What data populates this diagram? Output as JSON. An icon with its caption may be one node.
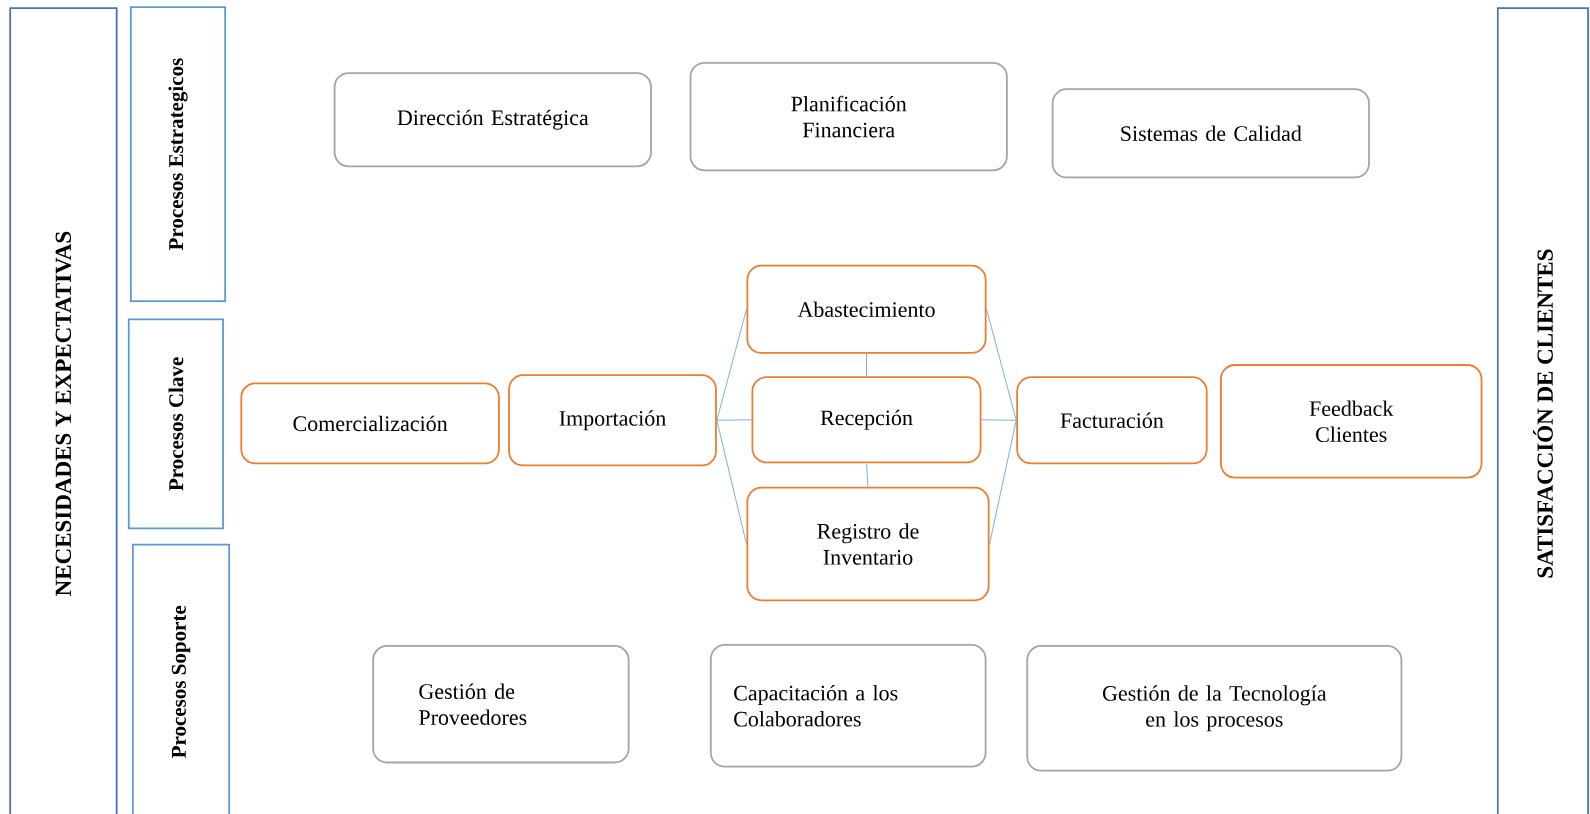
{
  "diagram": {
    "nodes": [
      {
        "text": [
          "NECESIDADES Y EXPECTATIVAS"
        ]
      },
      {
        "text": [
          "Procesos Estrategicos"
        ]
      },
      {
        "text": [
          "Procesos Clave"
        ]
      },
      {
        "text": [
          "Procesos Soporte"
        ]
      },
      {
        "text": [
          "Dirección Estratégica"
        ]
      },
      {
        "text": [
          "Planificación Financiera"
        ]
      },
      {
        "text": [
          "Sistemas de Calidad"
        ]
      },
      {
        "text": [
          "Abastecimiento"
        ]
      },
      {
        "text": [
          "Comercialización"
        ]
      },
      {
        "text": [
          "Importación"
        ]
      },
      {
        "text": [
          "Recepción"
        ]
      },
      {
        "text": [
          "Facturación"
        ]
      },
      {
        "text": [
          "Feedback Clientes"
        ]
      },
      {
        "text": [
          "Registro de Inventario"
        ]
      },
      {
        "text": [
          "Gestión de Proveedores"
        ]
      },
      {
        "text": [
          "Capacitación a los Colaboradores"
        ]
      },
      {
        "text": [
          "Gestión de la Tecnología en los procesos"
        ]
      },
      {
        "text": [
          "SATISFACCIÓN DE CLIENTES"
        ]
      }
    ],
    "edges": [
      {
        "from": 9,
        "to": 7,
        "arrow": "none"
      },
      {
        "from": 9,
        "to": 10,
        "arrow": "none"
      },
      {
        "from": 9,
        "to": 13,
        "arrow": "none"
      },
      {
        "from": 7,
        "to": 10,
        "arrow": "none"
      },
      {
        "from": 10,
        "to": 13,
        "arrow": "none"
      },
      {
        "from": 7,
        "to": 11,
        "arrow": "none"
      },
      {
        "from": 10,
        "to": 11,
        "arrow": "none"
      },
      {
        "from": 13,
        "to": 11,
        "arrow": "none"
      }
    ]
  }
}
